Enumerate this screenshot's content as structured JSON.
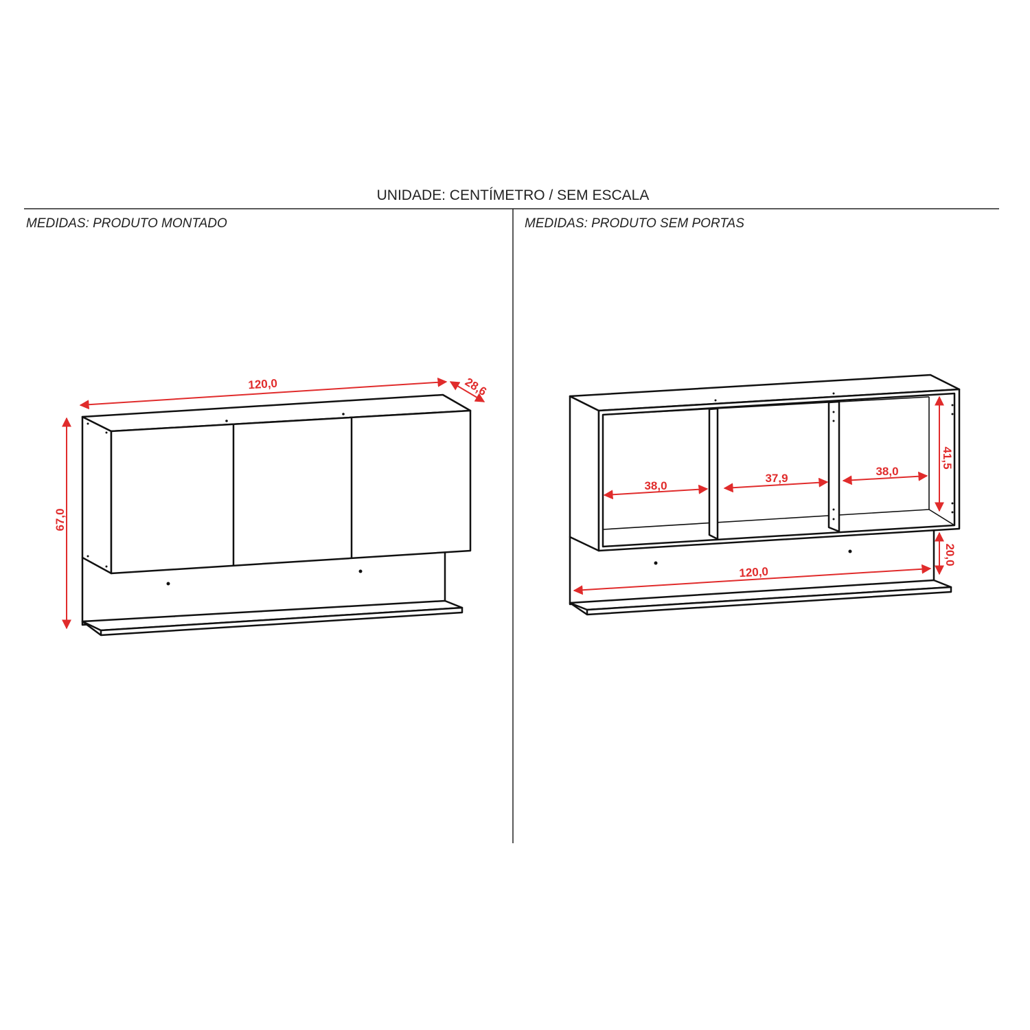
{
  "header": {
    "title": "UNIDADE: CENTÍMETRO / SEM ESCALA"
  },
  "left_panel": {
    "subtitle": "MEDIDAS: PRODUTO MONTADO",
    "dimensions": {
      "width": "120,0",
      "depth": "28,6",
      "height": "67,0"
    }
  },
  "right_panel": {
    "subtitle": "MEDIDAS: PRODUTO SEM PORTAS",
    "dimensions": {
      "niche_left": "38,0",
      "niche_middle": "37,9",
      "niche_right": "38,0",
      "niche_height": "41,5",
      "shelf_gap": "20,0",
      "shelf_width": "120,0"
    }
  },
  "colors": {
    "dimension": "#e02b2b",
    "line": "#111111"
  }
}
